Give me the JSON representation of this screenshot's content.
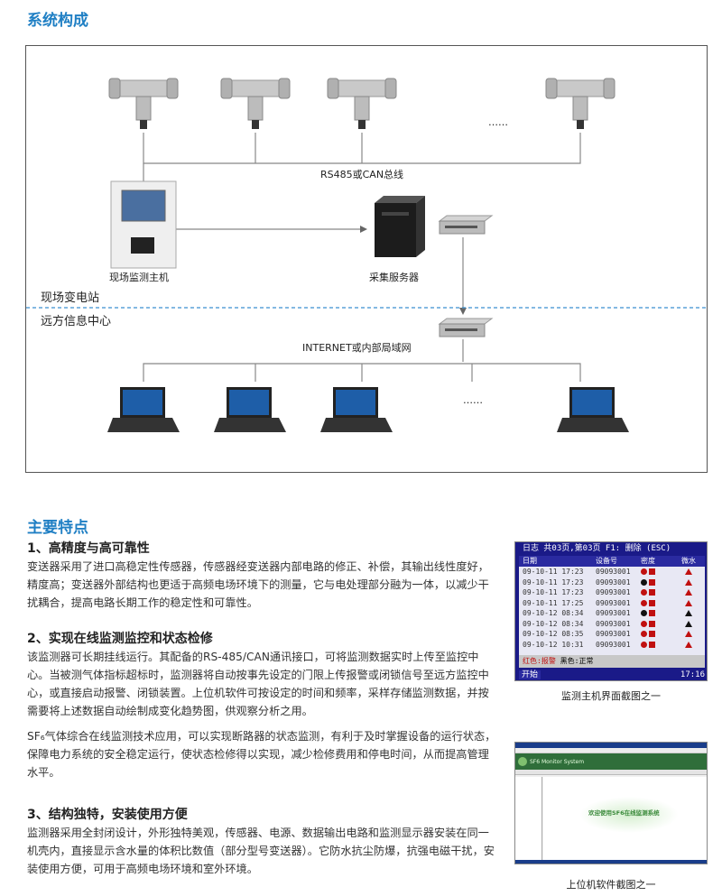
{
  "sections": {
    "system_title": "系统构成",
    "features_title": "主要特点"
  },
  "diagram": {
    "ellipsis_sensors": "……",
    "ellipsis_laptops": "……",
    "bus_label": "RS485或CAN总线",
    "monitor_host_label": "现场监测主机",
    "server_label": "采集服务器",
    "zone_substation": "现场变电站",
    "zone_remote": "远方信息中心",
    "network_label": "INTERNET或内部局域网",
    "colors": {
      "dashed_line": "#3a8fd0",
      "wire": "#888888"
    }
  },
  "features": [
    {
      "heading": "1、高精度与高可靠性",
      "paragraphs": [
        "变送器采用了进口高稳定性传感器，传感器经变送器内部电路的修正、补偿，其输出线性度好，精度高；变送器外部结构也更适于高频电场环境下的测量，它与电处理部分融为一体，以减少干扰耦合，提高电路长期工作的稳定性和可靠性。"
      ]
    },
    {
      "heading": "2、实现在线监测监控和状态检修",
      "paragraphs": [
        "该监测器可长期挂线运行。其配备的RS-485/CAN通讯接口，可将监测数据实时上传至监控中心。当被测气体指标超标时，监测器将自动按事先设定的门限上传报警或闭锁信号至远方监控中心，或直接启动报警、闭锁装置。上位机软件可按设定的时间和频率，采样存储监测数据，并按需要将上述数据自动绘制成变化趋势图，供观察分析之用。",
        "SF₆气体综合在线监测技术应用，可以实现断路器的状态监测，有利于及时掌握设备的运行状态，保障电力系统的安全稳定运行，使状态检修得以实现，减少检修费用和停电时间，从而提高管理水平。"
      ]
    },
    {
      "heading": "3、结构独特，安装使用方便",
      "paragraphs": [
        "监测器采用全封闭设计，外形独特美观，传感器、电源、数据输出电路和监测显示器安装在同一机壳内，直接显示含水量的体积比数值（部分型号变送器）。它防水抗尘防爆，抗强电磁干扰，安装使用方便，可用于高频电场环境和室外环境。"
      ]
    }
  ],
  "lcd_screen": {
    "topbar": "日志 共03页,第03页 F1: 删除 (ESC)",
    "headers": [
      "日期",
      "设备号",
      "密度",
      "微水"
    ],
    "rows": [
      {
        "date": "09-10-11 17:23",
        "device": "09093001",
        "density": "red",
        "water": "red"
      },
      {
        "date": "09-10-11 17:23",
        "device": "09093001",
        "density": "black",
        "water": "red"
      },
      {
        "date": "09-10-11 17:23",
        "device": "09093001",
        "density": "red",
        "water": "red"
      },
      {
        "date": "09-10-11 17:25",
        "device": "09093001",
        "density": "red",
        "water": "red"
      },
      {
        "date": "09-10-12 08:34",
        "device": "09093001",
        "density": "black",
        "water": "black"
      },
      {
        "date": "09-10-12 08:34",
        "device": "09093001",
        "density": "red",
        "water": "black"
      },
      {
        "date": "09-10-12 08:35",
        "device": "09093001",
        "density": "red",
        "water": "red"
      },
      {
        "date": "09-10-12 10:31",
        "device": "09093001",
        "density": "red",
        "water": "red"
      }
    ],
    "status_red": "红色:报警",
    "status_black": "黑色:正常",
    "start": "开始",
    "clock": "17:16"
  },
  "software_screen": {
    "banner": "SF6 Monitor System",
    "main_title": "欢迎使用SF6在线监测系统"
  },
  "captions": {
    "lcd": "监测主机界面截图之一",
    "software": "上位机软件截图之一"
  }
}
